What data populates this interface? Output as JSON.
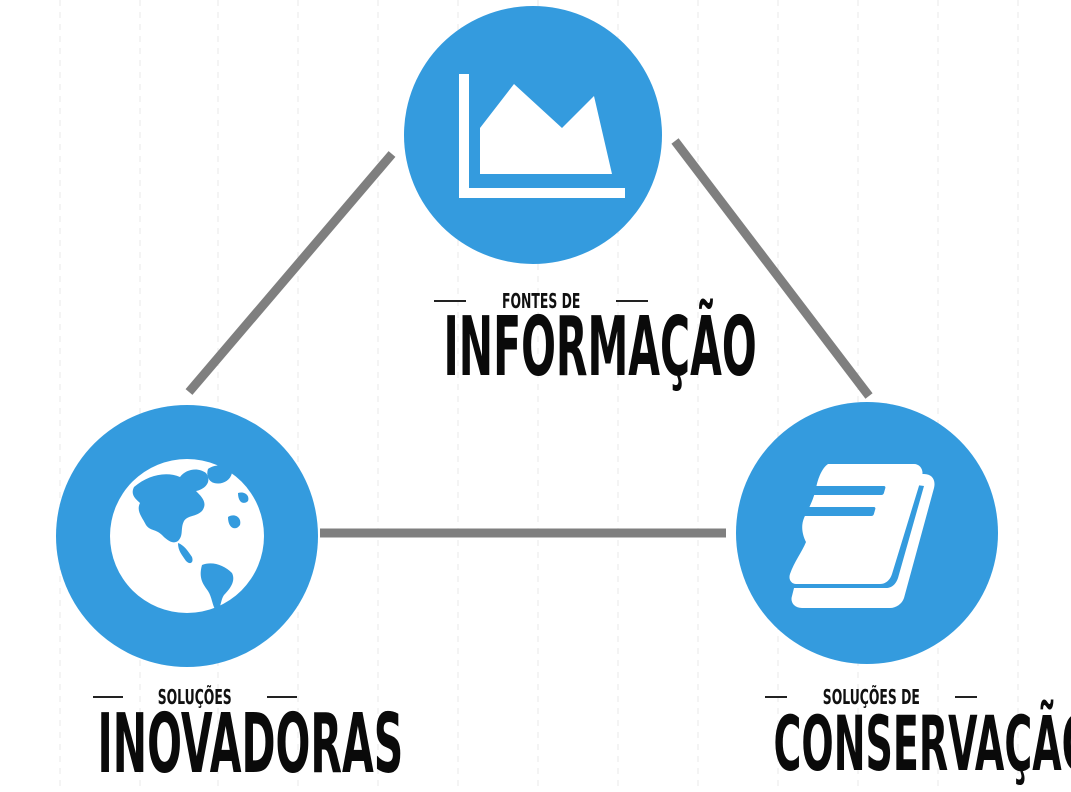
{
  "colors": {
    "node_fill": "#349BDE",
    "connector": "#7F7F7F",
    "text": "#0A0A0A",
    "background": "#FFFFFF"
  },
  "nodes": {
    "top": {
      "icon": "area-chart-icon",
      "small_label": "FONTES DE",
      "big_label": "INFORMAÇÃO"
    },
    "left": {
      "icon": "globe-icon",
      "small_label": "SOLUÇÕES",
      "big_label": "INOVADORAS"
    },
    "right": {
      "icon": "book-icon",
      "small_label": "SOLUÇÕES DE",
      "big_label": "CONSERVAÇÃO"
    }
  }
}
